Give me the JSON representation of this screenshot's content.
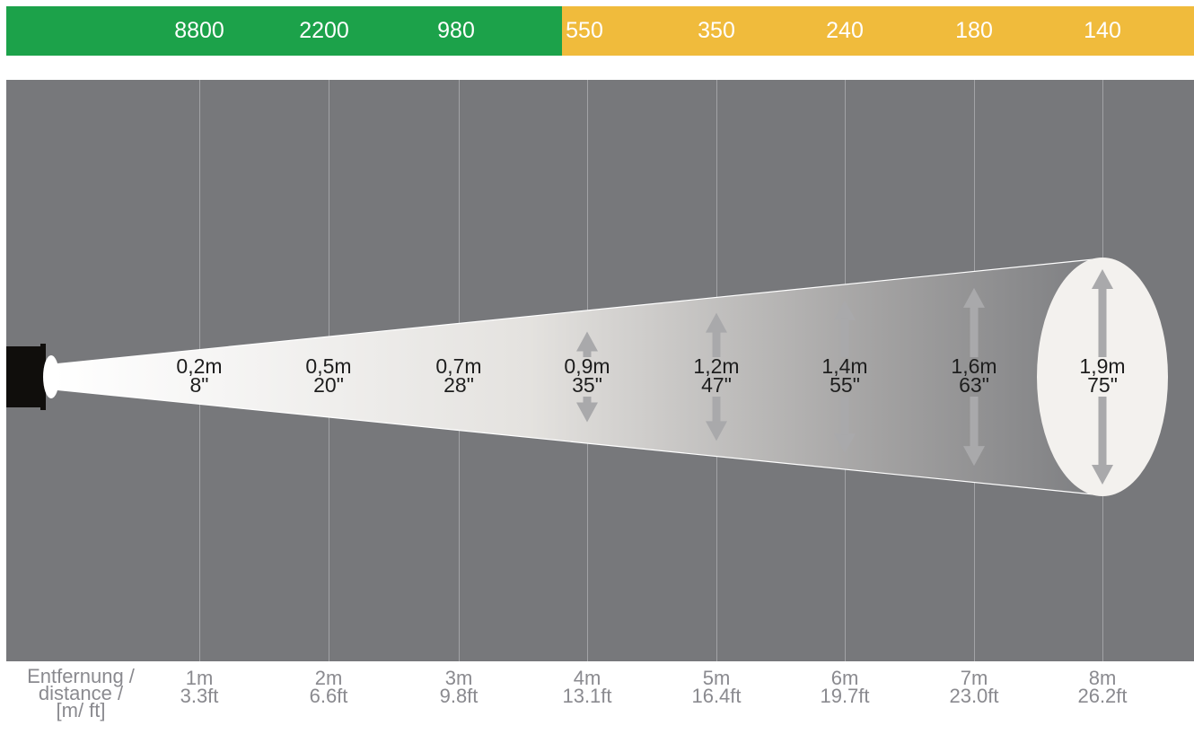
{
  "lux_bar": {
    "colors": {
      "high": "#1ca24a",
      "low": "#f0bb3c"
    },
    "values": [
      {
        "text": "8800",
        "level": "high"
      },
      {
        "text": "2200",
        "level": "high"
      },
      {
        "text": "980",
        "level": "high"
      },
      {
        "text": "550",
        "level": "low"
      },
      {
        "text": "350",
        "level": "low"
      },
      {
        "text": "240",
        "level": "low"
      },
      {
        "text": "180",
        "level": "low"
      },
      {
        "text": "140",
        "level": "low"
      }
    ]
  },
  "stage": {
    "background": "#77787b",
    "gridline_color": "#a2a3a6",
    "beam_color": "#f3f1ee",
    "arrow_color": "#a9a9ab",
    "lamp_color": "#100e0c"
  },
  "beam_points": [
    {
      "distance_m": 1,
      "diameter_m": 0.2,
      "metric": "0,2m",
      "imperial": "8\""
    },
    {
      "distance_m": 2,
      "diameter_m": 0.5,
      "metric": "0,5m",
      "imperial": "20\""
    },
    {
      "distance_m": 3,
      "diameter_m": 0.7,
      "metric": "0,7m",
      "imperial": "28\""
    },
    {
      "distance_m": 4,
      "diameter_m": 0.9,
      "metric": "0,9m",
      "imperial": "35\""
    },
    {
      "distance_m": 5,
      "diameter_m": 1.2,
      "metric": "1,2m",
      "imperial": "47\""
    },
    {
      "distance_m": 6,
      "diameter_m": 1.4,
      "metric": "1,4m",
      "imperial": "55\""
    },
    {
      "distance_m": 7,
      "diameter_m": 1.6,
      "metric": "1,6m",
      "imperial": "63\""
    },
    {
      "distance_m": 8,
      "diameter_m": 1.9,
      "metric": "1,9m",
      "imperial": "75\""
    }
  ],
  "axis": {
    "title_lines": [
      "Entfernung /",
      "distance /",
      "[m/ ft]"
    ],
    "ticks": [
      {
        "metric": "1m",
        "imperial": "3.3ft"
      },
      {
        "metric": "2m",
        "imperial": "6.6ft"
      },
      {
        "metric": "3m",
        "imperial": "9.8ft"
      },
      {
        "metric": "4m",
        "imperial": "13.1ft"
      },
      {
        "metric": "5m",
        "imperial": "16.4ft"
      },
      {
        "metric": "6m",
        "imperial": "19.7ft"
      },
      {
        "metric": "7m",
        "imperial": "23.0ft"
      },
      {
        "metric": "8m",
        "imperial": "26.2ft"
      }
    ]
  }
}
